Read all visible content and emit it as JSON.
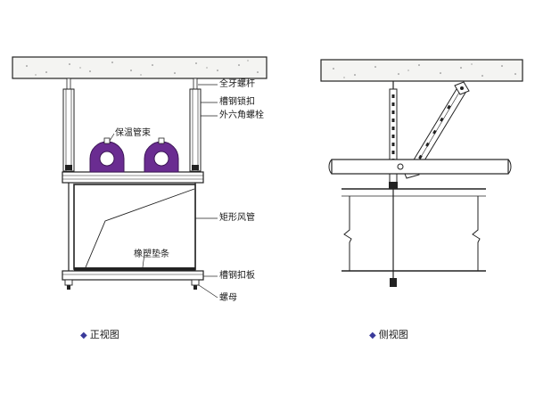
{
  "front_view": {
    "caption": "正视图",
    "labels": {
      "threaded_rod": "全牙螺杆",
      "channel_lock": "槽钢锁扣",
      "hex_bolt": "外六角螺栓",
      "insulated_clamp": "保温管束",
      "rect_duct": "矩形风管",
      "rubber_pad": "橡塑垫条",
      "channel_buckle_plate": "槽钢扣板",
      "nut": "螺母"
    }
  },
  "side_view": {
    "caption": "侧视图"
  },
  "colors": {
    "line": "#222222",
    "clamp": "#6a2c91",
    "slab_fill": "#f4f4f2",
    "bullet": "#3a3a9a"
  }
}
